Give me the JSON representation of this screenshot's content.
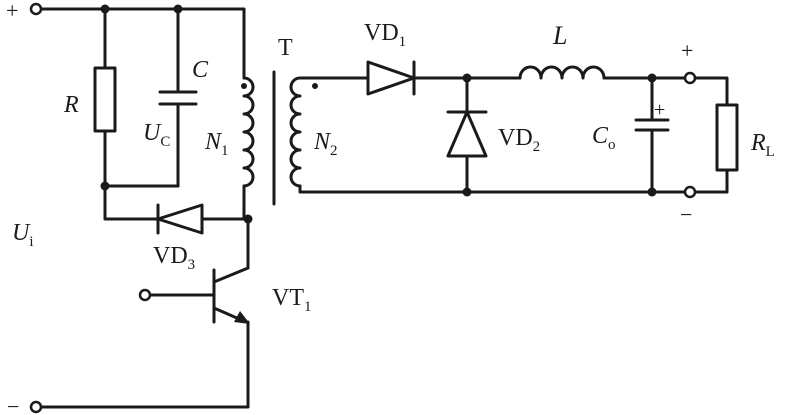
{
  "diagram": {
    "input_plus": "+",
    "input_minus": "−",
    "output_plus": "+",
    "output_minus": "−",
    "cap_plus": "+",
    "components": {
      "R": {
        "main": "R",
        "sub": ""
      },
      "C": {
        "main": "C",
        "sub": ""
      },
      "Uc": {
        "main": "U",
        "sub": "C"
      },
      "N1": {
        "main": "N",
        "sub": "1"
      },
      "T": {
        "main": "T",
        "sub": ""
      },
      "N2": {
        "main": "N",
        "sub": "2"
      },
      "VD1": {
        "main": "VD",
        "sub": "1"
      },
      "VD2": {
        "main": "VD",
        "sub": "2"
      },
      "VD3": {
        "main": "VD",
        "sub": "3"
      },
      "L": {
        "main": "L",
        "sub": ""
      },
      "Co": {
        "main": "C",
        "sub": "o"
      },
      "RL": {
        "main": "R",
        "sub": "L"
      },
      "Ui": {
        "main": "U",
        "sub": "i"
      },
      "VT1": {
        "main": "VT",
        "sub": "1"
      }
    }
  }
}
